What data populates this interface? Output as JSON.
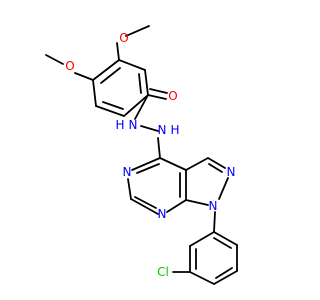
{
  "colors": {
    "carbon_bond": "#000000",
    "oxygen": "#ff0000",
    "nitrogen": "#0000ff",
    "chlorine": "#00cc00",
    "background": "#ffffff"
  },
  "atoms": {
    "o_methoxy_top": {
      "text": "O",
      "element": "oxygen"
    },
    "o_methoxy_left": {
      "text": "O",
      "element": "oxygen"
    },
    "o_carbonyl": {
      "text": "O",
      "element": "oxygen"
    },
    "n_hydrazide_1": {
      "text": "N",
      "element": "nitrogen"
    },
    "h_hydrazide_1": {
      "text": "H",
      "element": "nitrogen"
    },
    "n_hydrazide_2": {
      "text": "N",
      "element": "nitrogen"
    },
    "h_hydrazide_2": {
      "text": "H",
      "element": "nitrogen"
    },
    "n_pyrimidine_left": {
      "text": "N",
      "element": "nitrogen"
    },
    "n_pyrimidine_bottom": {
      "text": "N",
      "element": "nitrogen"
    },
    "n_pyrazole_top": {
      "text": "N",
      "element": "nitrogen"
    },
    "n_pyrazole_1": {
      "text": "N",
      "element": "nitrogen"
    },
    "cl": {
      "text": "Cl",
      "element": "chlorine"
    }
  }
}
